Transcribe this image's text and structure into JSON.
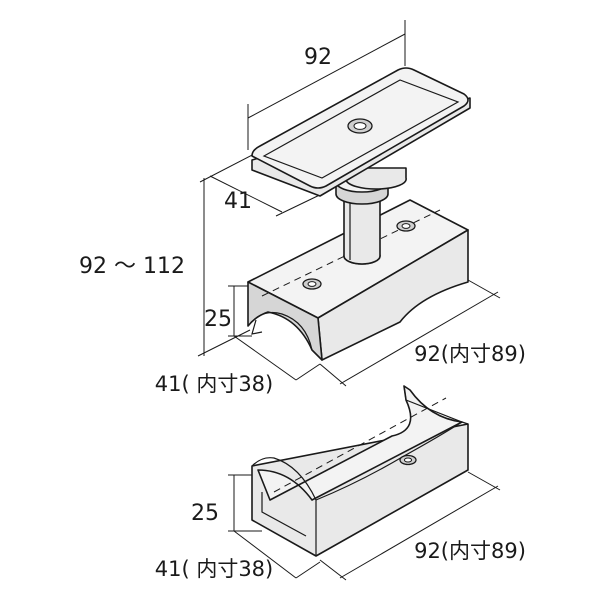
{
  "dimensions": {
    "top_width": "92",
    "top_depth": "41",
    "total_height": "92 ～ 112",
    "upper_saddle_height": "25",
    "upper_saddle_width": "41( 内寸38)",
    "upper_saddle_length": "92(内寸89)",
    "lower_saddle_height": "25",
    "lower_saddle_width": "41( 内寸38)",
    "lower_saddle_length": "92(内寸89)"
  },
  "colors": {
    "line": "#1a1a1a",
    "part_fill": "#e9e9e9",
    "background": "#ffffff"
  }
}
